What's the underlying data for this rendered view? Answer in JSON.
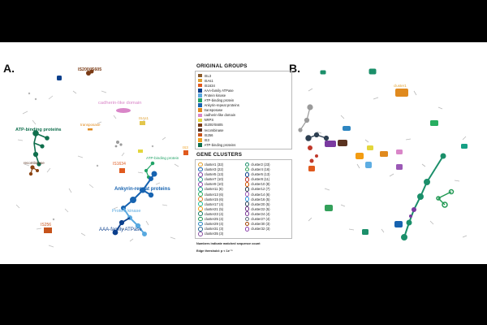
{
  "panels": {
    "a": "A.",
    "b": "B."
  },
  "labels": {
    "is200": "IS200/IS605",
    "cadherin": "cadherin-like domain",
    "atp_binding_proteins": "ATP-binding proteins",
    "transposase": "transposase",
    "isa1": "ISAs1",
    "recombinase": "recombinase",
    "is1634": "IS1634",
    "atp_binding_protein": "ATP-binding protein",
    "is3": "IS3",
    "ankyrin": "Ankyrin-repeat proteins",
    "protein_kinase": "Protein kinase",
    "aaa": "AAA-family ATPase",
    "is256": "IS256",
    "cluster1": "cluster1"
  },
  "legend": {
    "groups_title": "ORIGINAL GROUPS",
    "groups": [
      {
        "label": "ISL3",
        "color": "#8b5a2b"
      },
      {
        "label": "ISAs1",
        "color": "#e0a030"
      },
      {
        "label": "IS1634",
        "color": "#e05a1e"
      },
      {
        "label": "AAA-family ATPase",
        "color": "#0b3f8c"
      },
      {
        "label": "Protein kinase",
        "color": "#59a9e0"
      },
      {
        "label": "ATP-binding protein",
        "color": "#21a366"
      },
      {
        "label": "Ankyrin-repeat proteins",
        "color": "#1763b0"
      },
      {
        "label": "transposase",
        "color": "#e08a1e"
      },
      {
        "label": "cadherin-like domain",
        "color": "#d986c8"
      },
      {
        "label": "NRPS",
        "color": "#e3d63c"
      },
      {
        "label": "IS200/IS605",
        "color": "#7a3a14"
      },
      {
        "label": "recombinase",
        "color": "#5a3320"
      },
      {
        "label": "IS256",
        "color": "#c6531b"
      },
      {
        "label": "IS3",
        "color": "#f0a020"
      },
      {
        "label": "ATP-binding proteins",
        "color": "#0f6f4d"
      }
    ],
    "clusters_title": "GENE CLUSTERS",
    "clusters": [
      {
        "label": "cluster1 (32)",
        "color": "#e0a030"
      },
      {
        "label": "cluster2 (23)",
        "color": "#1b8f6a"
      },
      {
        "label": "cluster3 (22)",
        "color": "#1763b0"
      },
      {
        "label": "cluster4 (16)",
        "color": "#33a05a"
      },
      {
        "label": "cluster5 (13)",
        "color": "#7a3aa0"
      },
      {
        "label": "cluster6 (13)",
        "color": "#0b3f8c"
      },
      {
        "label": "cluster7 (10)",
        "color": "#2a9d8f"
      },
      {
        "label": "cluster8 (11)",
        "color": "#c0392b"
      },
      {
        "label": "cluster9 (10)",
        "color": "#8e44ad"
      },
      {
        "label": "cluster10 (8)",
        "color": "#d35400"
      },
      {
        "label": "cluster11 (6)",
        "color": "#16a085"
      },
      {
        "label": "cluster12 (7)",
        "color": "#2c3e50"
      },
      {
        "label": "cluster13 (6)",
        "color": "#27ae60"
      },
      {
        "label": "cluster14 (6)",
        "color": "#9b59b6"
      },
      {
        "label": "cluster15 (6)",
        "color": "#e67e22"
      },
      {
        "label": "cluster16 (5)",
        "color": "#3498db"
      },
      {
        "label": "cluster17 (4)",
        "color": "#1abc9c"
      },
      {
        "label": "cluster20 (5)",
        "color": "#34495e"
      },
      {
        "label": "cluster21 (5)",
        "color": "#f39c12"
      },
      {
        "label": "cluster22 (5)",
        "color": "#6c3483"
      },
      {
        "label": "cluster23 (4)",
        "color": "#117a65"
      },
      {
        "label": "cluster24 (4)",
        "color": "#7d3c98"
      },
      {
        "label": "cluster25 (4)",
        "color": "#229954"
      },
      {
        "label": "cluster27 (4)",
        "color": "#5d6d7e"
      },
      {
        "label": "cluster29 (4)",
        "color": "#2e86c1"
      },
      {
        "label": "cluster30 (3)",
        "color": "#a04000"
      },
      {
        "label": "cluster31 (3)",
        "color": "#1f618d"
      },
      {
        "label": "cluster32 (3)",
        "color": "#8e44ad"
      },
      {
        "label": "cluster35 (3)",
        "color": "#884ea0"
      }
    ],
    "note": "Numbers indicate matched sequence count",
    "threshold": "Edge threshold: p < 1e⁻⁵"
  }
}
